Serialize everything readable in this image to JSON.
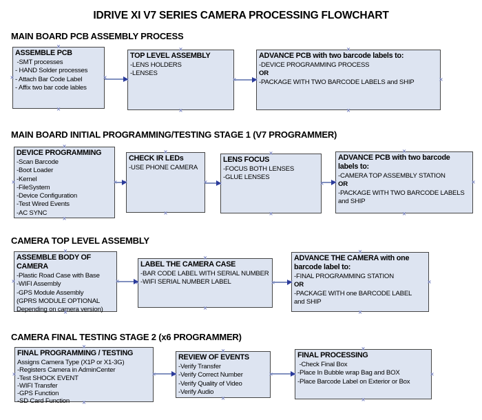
{
  "title": "IDRIVE XI V7 SERIES CAMERA PROCESSING FLOWCHART",
  "colors": {
    "background": "#ffffff",
    "box_fill": "#dde4f1",
    "box_border": "#444444",
    "arrow_line": "#8090bf",
    "arrow_head": "#2b3b9b",
    "anchor_mark": "#7d88c4",
    "text": "#000000"
  },
  "sections": [
    {
      "heading": "MAIN BOARD PCB ASSEMBLY PROCESS",
      "boxes": [
        {
          "title": "ASSEMBLE PCB",
          "lines": [
            " -SMT processes",
            "- HAND Solder processes",
            "- Attach Bar Code Label",
            "- Affix two bar code lables"
          ]
        },
        {
          "title": "TOP LEVEL ASSEMBLY",
          "lines": [
            "-LENS HOLDERS",
            "-LENSES"
          ]
        },
        {
          "title": "ADVANCE PCB with two barcode labels to:",
          "lines": [
            "-DEVICE PROGRAMMING PROCESS",
            "OR",
            "-PACKAGE WITH TWO BARCODE LABELS and SHIP"
          ]
        }
      ]
    },
    {
      "heading": "MAIN BOARD INITIAL PROGRAMMING/TESTING STAGE 1 (V7 PROGRAMMER)",
      "boxes": [
        {
          "title": "DEVICE PROGRAMMING",
          "lines": [
            "-Scan Barcode",
            "-Boot Loader",
            "-Kernel",
            "-FileSystem",
            "-Device Configuration",
            "-Test Wired Events",
            "-AC SYNC"
          ]
        },
        {
          "title": "CHECK IR LEDs",
          "lines": [
            "-USE PHONE CAMERA"
          ]
        },
        {
          "title": "LENS FOCUS",
          "lines": [
            "-FOCUS BOTH LENSES",
            "-GLUE LENSES"
          ]
        },
        {
          "title": "ADVANCE PCB with two barcode labels to:",
          "lines": [
            "-CAMERA TOP ASSEMBLY STATION",
            "OR",
            "-PACKAGE WITH TWO BARCODE LABELS",
            "and SHIP"
          ]
        }
      ]
    },
    {
      "heading": "CAMERA TOP LEVEL ASSEMBLY",
      "boxes": [
        {
          "title": "ASSEMBLE BODY OF CAMERA",
          "lines": [
            "-Plastic Road Case with Base",
            "-WIFI Assembly",
            "-GPS Module Assembly",
            "(GPRS MODULE OPTIONAL",
            "Depending on camera version)"
          ]
        },
        {
          "title": "LABEL THE CAMERA CASE",
          "lines": [
            "-BAR CODE LABEL WITH SERIAL NUMBER",
            "-WIFI SERIAL NUMBER LABEL"
          ]
        },
        {
          "title": "ADVANCE THE CAMERA with one barcode label to:",
          "lines": [
            "-FINAL PROGRAMMING STATION",
            "OR",
            "-PACKAGE WITH one BARCODE LABEL",
            "and SHIP"
          ]
        }
      ]
    },
    {
      "heading": "CAMERA FINAL TESTING STAGE 2 (x6 PROGRAMMER)",
      "boxes": [
        {
          "title": "FINAL PROGRAMMING / TESTING",
          "lines": [
            "Assigns Camera Type (X1P or X1-3G)",
            "-Registers Camera in AdminCenter",
            "-Test SHOCK EVENT",
            "-WIFI Transfer",
            "-GPS Function",
            "-SD Card Function"
          ]
        },
        {
          "title": "REVIEW OF EVENTS",
          "lines": [
            "-Verify Transfer",
            "-Verify Correct Number",
            "-Verify Quality of Video",
            "-Verify Audio"
          ]
        },
        {
          "title": "FINAL PROCESSING",
          "lines": [
            " -Check Final Box",
            "-Place In Bubble wrap Bag and BOX",
            "-Place Barcode Label on Exterior or Box"
          ]
        }
      ]
    }
  ]
}
